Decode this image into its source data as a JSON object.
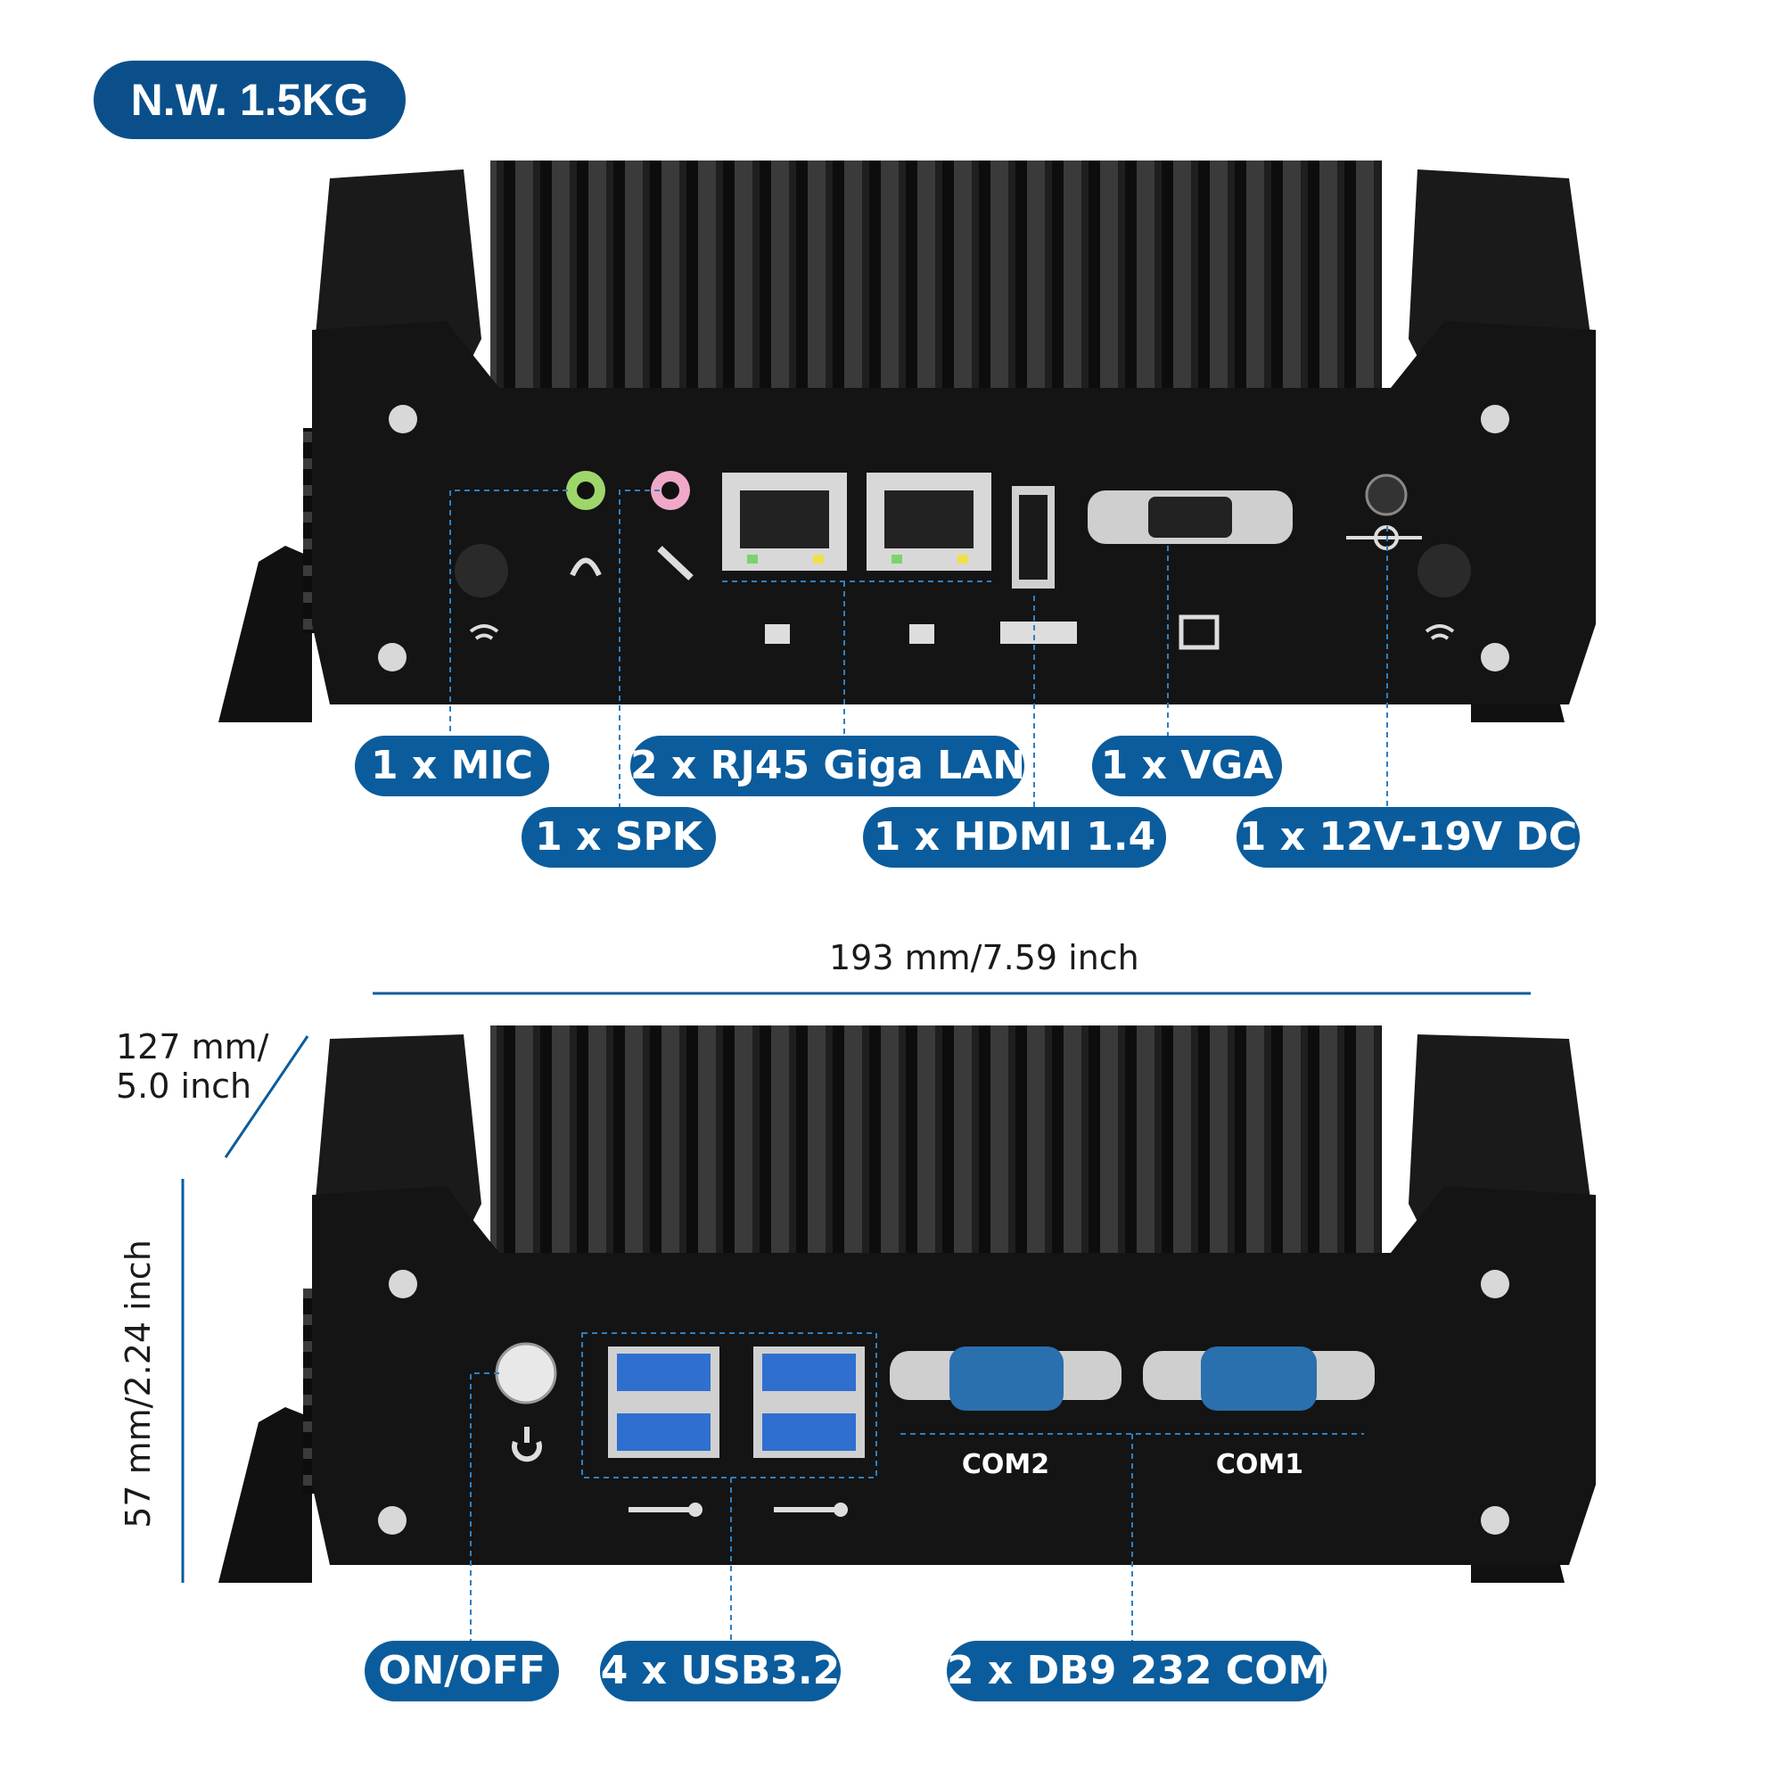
{
  "weight_badge": "N.W. 1.5KG",
  "top_view": {
    "callouts": {
      "mic": "1 x MIC",
      "spk": "1 x SPK",
      "lan": "2 x RJ45 Giga LAN",
      "hdmi": "1 x HDMI 1.4",
      "vga": "1 x VGA",
      "dc": "1 x 12V-19V DC"
    }
  },
  "bottom_view": {
    "ports": {
      "com2": "COM2",
      "com1": "COM1"
    },
    "callouts": {
      "power": "ON/OFF",
      "usb": "4 x USB3.2",
      "com": "2 x DB9 232 COM"
    }
  },
  "dimensions": {
    "width": "193 mm/7.59 inch",
    "depth_line1": "127 mm/",
    "depth_line2": "5.0 inch",
    "height": "57 mm/2.24 inch"
  },
  "colors": {
    "badge": "#0b5c9c",
    "chassis": "#141414",
    "leader_line": "#2f7fc0",
    "mic_jack": "#9fd66b",
    "spk_jack": "#f0a8c8",
    "db9": "#2a6fae",
    "usb": "#2f6fd0"
  },
  "icons": [
    "wifi-antenna-icon",
    "headphone-icon",
    "microphone-icon",
    "network-icon",
    "hdmi-icon",
    "vga-icon",
    "dc-power-icon",
    "power-icon",
    "usb-icon"
  ]
}
